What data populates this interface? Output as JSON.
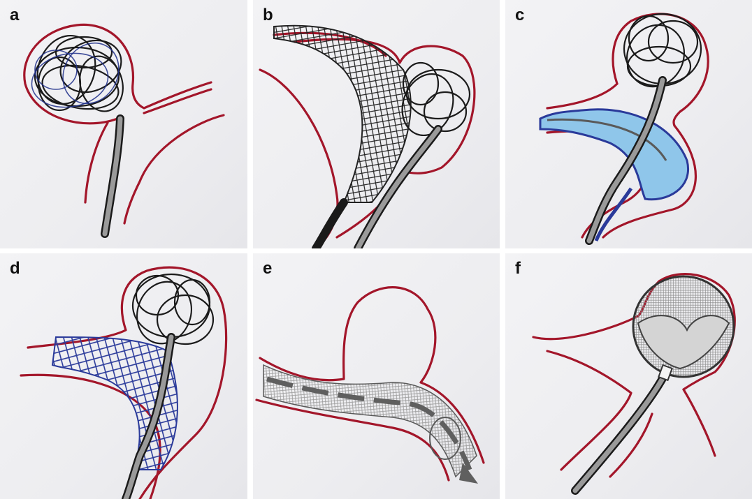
{
  "panels": [
    {
      "id": "a",
      "label": "a",
      "device": "coil-embolization-icon"
    },
    {
      "id": "b",
      "label": "b",
      "device": "stent-assisted-coiling-icon"
    },
    {
      "id": "c",
      "label": "c",
      "device": "balloon-assisted-coiling-icon"
    },
    {
      "id": "d",
      "label": "d",
      "device": "stent-coiling-icon"
    },
    {
      "id": "e",
      "label": "e",
      "device": "flow-diverter-icon"
    },
    {
      "id": "f",
      "label": "f",
      "device": "intrasaccular-device-icon"
    }
  ],
  "colors": {
    "vessel": "#a3162a",
    "coil": "#1b1b1b",
    "stent_blue": "#2a3a9a",
    "balloon": "#8fc6ea",
    "catheter": "#9a9a9a"
  }
}
